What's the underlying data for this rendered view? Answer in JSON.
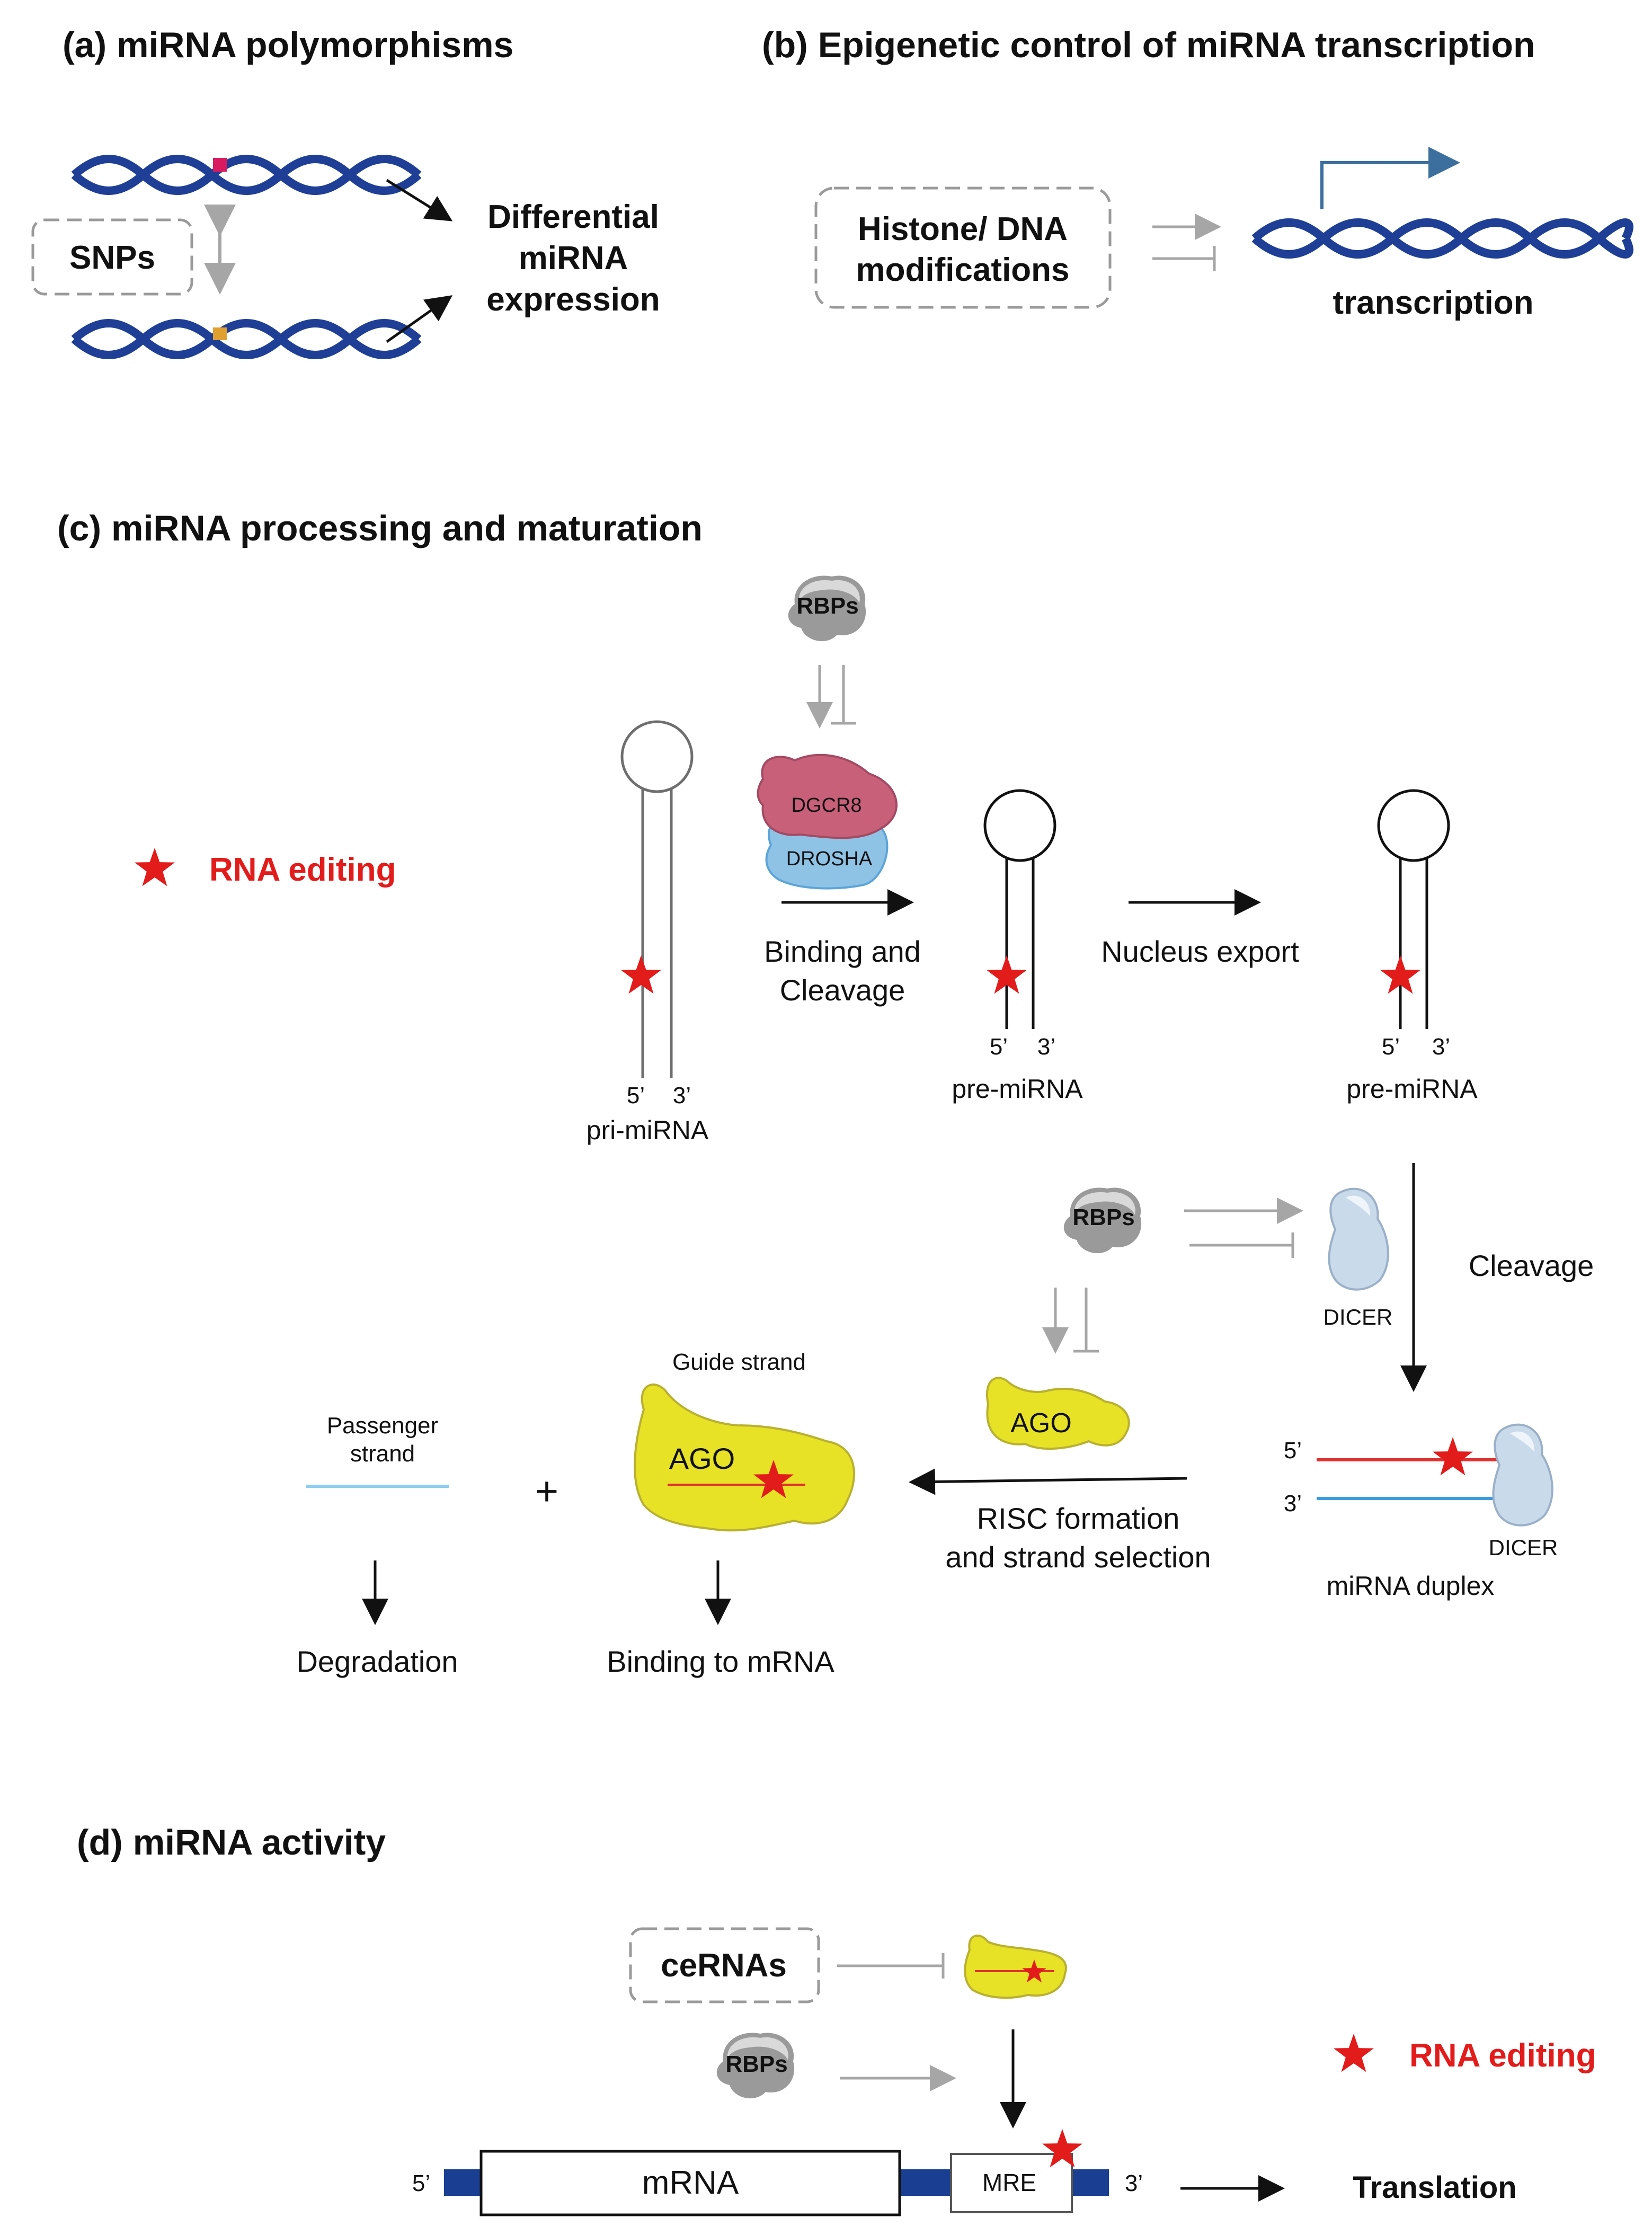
{
  "panels": {
    "a": {
      "title": "(a) miRNA polymorphisms",
      "snps": "SNPs",
      "result_line1": "Differential",
      "result_line2": "miRNA",
      "result_line3": "expression"
    },
    "b": {
      "title": "(b) Epigenetic control of miRNA transcription",
      "box_line1": "Histone/ DNA",
      "box_line2": "modifications",
      "transcription": "transcription"
    },
    "c": {
      "title": "(c) miRNA processing and maturation",
      "legend_rna_editing": "RNA editing",
      "rbps": "RBPs",
      "dgcr8": "DGCR8",
      "drosha": "DROSHA",
      "binding_line1": "Binding and",
      "binding_line2": "Cleavage",
      "nucleus_export": "Nucleus export",
      "pri_mirna": "pri-miRNA",
      "pre_mirna": "pre-miRNA",
      "five_prime": "5’",
      "three_prime": "3’",
      "cleavage": "Cleavage",
      "dicer": "DICER",
      "ago": "AGO",
      "guide_strand": "Guide strand",
      "passenger_line1": "Passenger",
      "passenger_line2": "strand",
      "plus": "+",
      "risc_line1": "RISC formation",
      "risc_line2": "and strand selection",
      "mirna_duplex": "miRNA duplex",
      "degradation": "Degradation",
      "binding_to_mrna": "Binding to mRNA"
    },
    "d": {
      "title": "(d) miRNA activity",
      "cernas": "ceRNAs",
      "rbps": "RBPs",
      "legend_rna_editing": "RNA editing",
      "mrna": "mRNA",
      "mre": "MRE",
      "five_prime": "5’",
      "three_prime": "3’",
      "translation": "Translation"
    }
  },
  "colors": {
    "dna": "#1f3f96",
    "snp1": "#d81b60",
    "snp2": "#e0a030",
    "tss_arrow": "#3d6f9e",
    "star": "#e21b1b",
    "ago_fill": "#e8e227",
    "dicer_fill": "#c9daea",
    "rbp_fill": "#9a9a9a",
    "dgcr8_fill": "#c8607a",
    "drosha_fill": "#8fc3e6",
    "guide_strand": "#e03030",
    "passenger_strand": "#3a9be0",
    "mrna_bar": "#1a3f92",
    "inhibit_gray": "#9a9a9a"
  },
  "icons": [
    "dna-helix",
    "tss-arrow",
    "rbp-blob",
    "ago-blob",
    "dicer-blob",
    "red-star",
    "hairpin"
  ]
}
